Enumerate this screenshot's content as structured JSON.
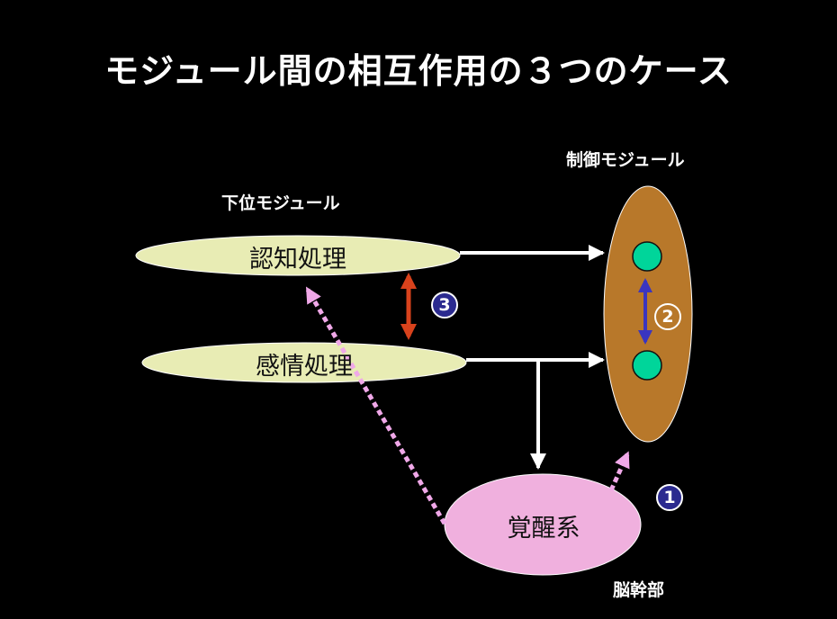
{
  "title": "モジュール間の相互作用の３つのケース",
  "labels": {
    "lower_module": "下位モジュール",
    "control_module": "制御モジュール",
    "brainstem": "脳幹部"
  },
  "nodes": {
    "cognitive": "認知処理",
    "emotional": "感情処理",
    "arousal": "覚醒系"
  },
  "badges": {
    "case1": "1",
    "case2": "2",
    "case3": "3"
  },
  "colors": {
    "background": "#000000",
    "lower_module_fill": "#e8ecb4",
    "control_module_fill": "#b8782a",
    "control_unit_fill": "#00d59a",
    "arousal_fill": "#f0b0de",
    "dotted_arrow": "#f0a8e8",
    "red_arrow": "#d8421c",
    "blue_arrow": "#3a35c0",
    "badge_fill": "#2b2a8f"
  }
}
